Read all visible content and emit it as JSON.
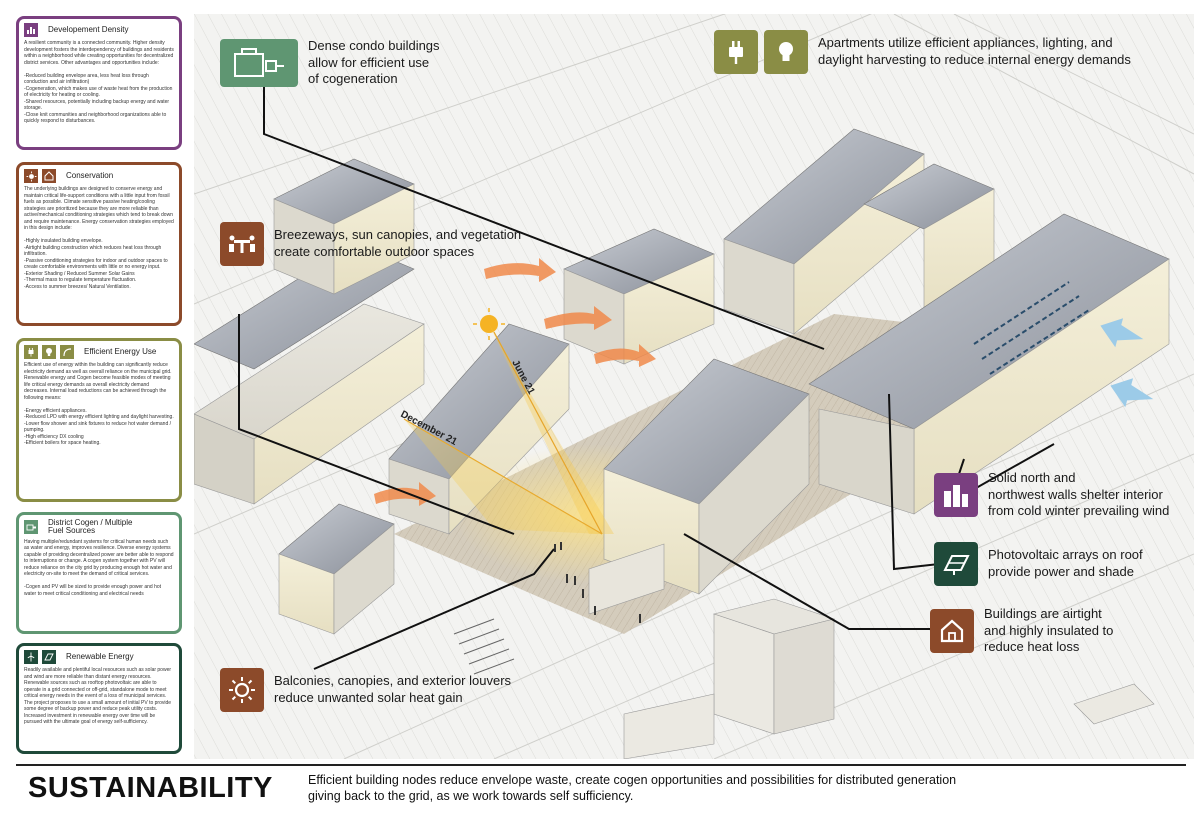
{
  "panels": [
    {
      "title": "Developement Density",
      "color": "#7a3f80",
      "icon": "bar-chart-icon",
      "body": "A resilient community is a connected community. Higher density development fosters the interdependency of buildings and residents within a neighborhood while creating opportunities for decentralized district services. Other advantages and opportunities include:\n\n-Reduced building envelope area, less heat loss through conduction and air infiltration)\n-Cogeneration, which makes use of waste heat from the production of electricity for heating or cooling.\n-Shared resources, potentially including backup energy and water storage.\n-Close knit communities and neighborhood organizations able to quickly respond to disturbances."
    },
    {
      "title": "Conservation",
      "color": "#8c4a2a",
      "icon": "sun-icon",
      "body": "The underlying buildings are designed to conserve energy and maintain critical life-support conditions with a little input from fossil fuels as possible. Climate sensitive passive heating/cooling strategies are prioritized because they are more reliable than active/mechanical conditioning strategies which tend to break down and require maintenance. Energy conservation strategies employed in this design include:\n\n-Highly insulated building envelope.\n-Airtight building construction which reduces heat loss through infiltration.\n-Passive conditioning strategies for indoor and outdoor spaces to create comfortable environments with little or no energy input.\n-Exterior Shading / Reduced Summer Solar Gains\n-Thermal mass to regulate temperature fluctuation.\n-Access to summer breezes/ Natural Ventilation."
    },
    {
      "title": "Efficient Energy Use",
      "color": "#8a8d45",
      "icon": "plug-icon",
      "body": "Efficient use of energy within the building can significantly reduce electricity demand as well as overall reliance on the municipal grid. Renewable energy and Cogen become feasible modes of meeting life critical energy demands as overall electricity demand decreases. Internal load reductions can be achieved through the following means:\n\n-Energy efficient appliances.\n-Reduced LPD with energy efficient lighting and daylight harvesting.\n-Lower flow shower and sink fixtures to reduce hot water demand / pumping.\n-High efficiency DX cooling\n-Efficient boilers for space heating."
    },
    {
      "title": "District Cogen / Multiple\nFuel Sources",
      "color": "#5f9672",
      "icon": "generator-icon",
      "body": "Having multiple/redundant systems for critical human needs such as water and energy, improves resilience. Diverse energy systems capable of providing decentralized power are better able to respond to interruptions or change. A cogen system together with PV will reduce reliance on the city grid by producing enough hot water and electricity on-site to meet the demand of critical services.\n\n-Cogen and PV will be sized to provide enough power and hot water to meet critical conditioning and electrical needs"
    },
    {
      "title": "Renewable Energy",
      "color": "#1f4a3a",
      "icon": "wind-turbine-icon",
      "body": "Readily available and plentiful local resources such as solar power and wind are more reliable than distant energy resources. Renewable sources such as rooftop photovoltaic are able to operate in a grid connected or off-grid, standalone mode to meet critical energy needs in the event of a loss of municipal services. The project proposes to use a small amount of initial PV to provide some degree of backup power and reduce peak utility costs. Increased investment in renewable energy over time will be pursued with the ultimate goal of energy self-sufficiency."
    }
  ],
  "callouts": {
    "cogen": {
      "text": "Dense condo buildings\nallow for efficient use\nof cogeneration",
      "color": "#5f9672",
      "icon": "generator-icon"
    },
    "appliances": {
      "text": "Apartments utilize efficient appliances, lighting, and\ndaylight harvesting to reduce internal energy demands",
      "color": "#8a8d45",
      "icon": "plug-icon",
      "icon2": "light-bulb-icon"
    },
    "breezeways": {
      "text": "Breezeways, sun canopies, and vegetation\ncreate comfortable outdoor spaces",
      "color": "#8c4a2a",
      "icon": "seating-icon"
    },
    "north_walls": {
      "text": "Solid north and\nnorthwest walls shelter interior\nfrom cold winter prevailing wind",
      "color": "#7a3f80",
      "icon": "buildings-icon"
    },
    "pv": {
      "text": "Photovoltaic arrays on roof\nprovide power and shade",
      "color": "#1f4a3a",
      "icon": "solar-panel-icon"
    },
    "airtight": {
      "text": "Buildings are airtight\nand highly insulated to\nreduce heat loss",
      "color": "#8c4a2a",
      "icon": "house-icon"
    },
    "balconies": {
      "text": "Balconies, canopies, and exterior louvers\nreduce unwanted solar heat gain",
      "color": "#8c4a2a",
      "icon": "sun-icon"
    }
  },
  "sun_labels": {
    "june": "June 21",
    "december": "December 21"
  },
  "footer": {
    "title": "SUSTAINABILITY",
    "description": "Efficient building nodes reduce envelope waste, create cogen opportunities and possibilities for distributed generation giving back to the grid, as we work towards self sufficiency."
  }
}
